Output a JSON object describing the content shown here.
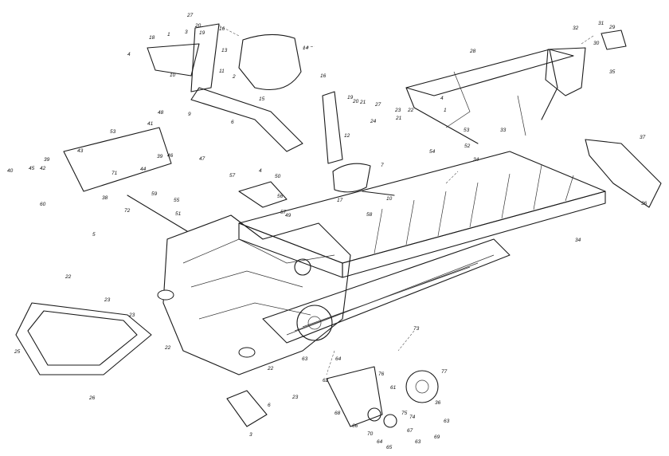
{
  "callouts": [
    {
      "id": "c1",
      "text": "27"
    },
    {
      "id": "c2",
      "text": "20"
    },
    {
      "id": "c3",
      "text": "19"
    },
    {
      "id": "c4",
      "text": "16"
    },
    {
      "id": "c5",
      "text": "18"
    },
    {
      "id": "c6",
      "text": "1"
    },
    {
      "id": "c7",
      "text": "3"
    },
    {
      "id": "c8",
      "text": "13"
    },
    {
      "id": "c9",
      "text": "4"
    },
    {
      "id": "c10",
      "text": "10"
    },
    {
      "id": "c11",
      "text": "11"
    },
    {
      "id": "c12",
      "text": "2"
    },
    {
      "id": "c13",
      "text": "14"
    },
    {
      "id": "c14",
      "text": "16"
    },
    {
      "id": "c15",
      "text": "9"
    },
    {
      "id": "c16",
      "text": "15"
    },
    {
      "id": "c17",
      "text": "6"
    },
    {
      "id": "c18",
      "text": "19"
    },
    {
      "id": "c19",
      "text": "20"
    },
    {
      "id": "c20",
      "text": "21"
    },
    {
      "id": "c21",
      "text": "12"
    },
    {
      "id": "c22",
      "text": "48"
    },
    {
      "id": "c23",
      "text": "41"
    },
    {
      "id": "c24",
      "text": "53"
    },
    {
      "id": "c25",
      "text": "43"
    },
    {
      "id": "c26",
      "text": "47"
    },
    {
      "id": "c27",
      "text": "46"
    },
    {
      "id": "c28",
      "text": "39"
    },
    {
      "id": "c29",
      "text": "44"
    },
    {
      "id": "c30",
      "text": "42"
    },
    {
      "id": "c31",
      "text": "45"
    },
    {
      "id": "c32",
      "text": "40"
    },
    {
      "id": "c33",
      "text": "39"
    },
    {
      "id": "c34",
      "text": "71"
    },
    {
      "id": "c35",
      "text": "38"
    },
    {
      "id": "c36",
      "text": "60"
    },
    {
      "id": "c37",
      "text": "72"
    },
    {
      "id": "c38",
      "text": "59"
    },
    {
      "id": "c39",
      "text": "55"
    },
    {
      "id": "c40",
      "text": "51"
    },
    {
      "id": "c41",
      "text": "5"
    },
    {
      "id": "c42",
      "text": "57"
    },
    {
      "id": "c43",
      "text": "4"
    },
    {
      "id": "c44",
      "text": "50"
    },
    {
      "id": "c45",
      "text": "56"
    },
    {
      "id": "c46",
      "text": "57"
    },
    {
      "id": "c47",
      "text": "49"
    },
    {
      "id": "c48",
      "text": "17"
    },
    {
      "id": "c49",
      "text": "10"
    },
    {
      "id": "c50",
      "text": "7"
    },
    {
      "id": "c51",
      "text": "27"
    },
    {
      "id": "c52",
      "text": "24"
    },
    {
      "id": "c53",
      "text": "23"
    },
    {
      "id": "c54",
      "text": "22"
    },
    {
      "id": "c55",
      "text": "21"
    },
    {
      "id": "c56",
      "text": "4"
    },
    {
      "id": "c57",
      "text": "1"
    },
    {
      "id": "c58",
      "text": "53"
    },
    {
      "id": "c59",
      "text": "52"
    },
    {
      "id": "c60",
      "text": "54"
    },
    {
      "id": "c61",
      "text": "33"
    },
    {
      "id": "c62",
      "text": "28"
    },
    {
      "id": "c63",
      "text": "32"
    },
    {
      "id": "c64",
      "text": "31"
    },
    {
      "id": "c65",
      "text": "29"
    },
    {
      "id": "c66",
      "text": "30"
    },
    {
      "id": "c67",
      "text": "35"
    },
    {
      "id": "c68",
      "text": "34"
    },
    {
      "id": "c69",
      "text": "37"
    },
    {
      "id": "c70",
      "text": "36"
    },
    {
      "id": "c71",
      "text": "58"
    },
    {
      "id": "c72",
      "text": "34"
    },
    {
      "id": "c73",
      "text": "22"
    },
    {
      "id": "c74",
      "text": "23"
    },
    {
      "id": "c75",
      "text": "25"
    },
    {
      "id": "c76",
      "text": "23"
    },
    {
      "id": "c77",
      "text": "22"
    },
    {
      "id": "c78",
      "text": "26"
    },
    {
      "id": "c79",
      "text": "22"
    },
    {
      "id": "c80",
      "text": "23"
    },
    {
      "id": "c81",
      "text": "6"
    },
    {
      "id": "c82",
      "text": "3"
    },
    {
      "id": "c83",
      "text": "73"
    },
    {
      "id": "c84",
      "text": "63"
    },
    {
      "id": "c85",
      "text": "64"
    },
    {
      "id": "c86",
      "text": "62"
    },
    {
      "id": "c87",
      "text": "76"
    },
    {
      "id": "c88",
      "text": "77"
    },
    {
      "id": "c89",
      "text": "68"
    },
    {
      "id": "c90",
      "text": "66"
    },
    {
      "id": "c91",
      "text": "70"
    },
    {
      "id": "c92",
      "text": "64"
    },
    {
      "id": "c93",
      "text": "65"
    },
    {
      "id": "c94",
      "text": "63"
    },
    {
      "id": "c95",
      "text": "36"
    },
    {
      "id": "c96",
      "text": "63"
    },
    {
      "id": "c97",
      "text": "74"
    },
    {
      "id": "c98",
      "text": "75"
    },
    {
      "id": "c99",
      "text": "61"
    },
    {
      "id": "c100",
      "text": "67"
    },
    {
      "id": "c101",
      "text": "69"
    }
  ]
}
